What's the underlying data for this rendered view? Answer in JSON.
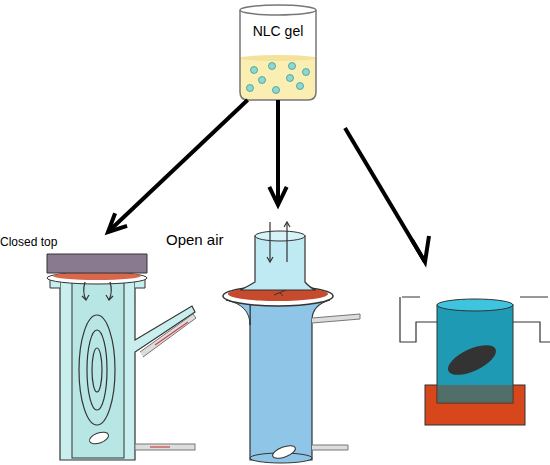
{
  "diagram": {
    "nodes": [
      {
        "text": [
          "NLC gel"
        ]
      },
      {
        "text": [
          "Closed top"
        ]
      },
      {
        "text": [
          "Open air"
        ]
      }
    ],
    "edges": [
      {
        "from": 0,
        "to": 1,
        "arrow": "to"
      },
      {
        "from": 0,
        "to": 2,
        "arrow": "to"
      }
    ]
  }
}
